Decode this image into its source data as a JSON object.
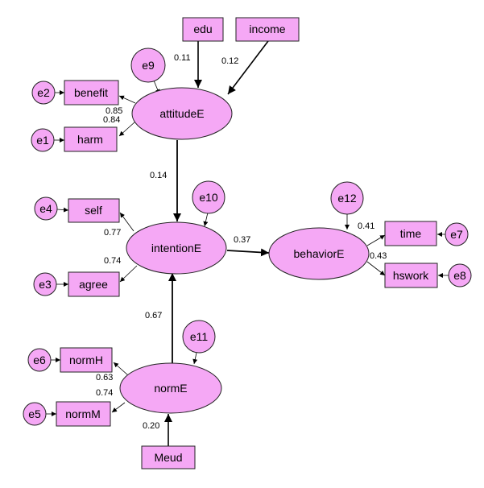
{
  "colors": {
    "node_fill": "#f5a8f5",
    "stroke": "#222222",
    "edge": "#000000",
    "background": "#ffffff"
  },
  "nodes": {
    "attitudeE": "attitudeE",
    "intentionE": "intentionE",
    "behaviorE": "behaviorE",
    "normE": "normE",
    "edu": "edu",
    "income": "income",
    "benefit": "benefit",
    "harm": "harm",
    "self": "self",
    "agree": "agree",
    "time": "time",
    "hswork": "hswork",
    "normH": "normH",
    "normM": "normM",
    "Meud": "Meud",
    "e1": "e1",
    "e2": "e2",
    "e3": "e3",
    "e4": "e4",
    "e5": "e5",
    "e6": "e6",
    "e7": "e7",
    "e8": "e8",
    "e9": "e9",
    "e10": "e10",
    "e11": "e11",
    "e12": "e12"
  },
  "coefficients": {
    "edu_attitude": "0.11",
    "income_attitude": "0.12",
    "attitude_benefit": "0.85",
    "attitude_harm": "0.84",
    "attitude_intention": "0.14",
    "intention_self": "0.77",
    "intention_agree": "0.74",
    "intention_behavior": "0.37",
    "behavior_time": "0.41",
    "behavior_hswork": "0.43",
    "norm_intention": "0.67",
    "norm_normH": "0.63",
    "norm_normM": "0.74",
    "meud_norm": "0.20"
  }
}
